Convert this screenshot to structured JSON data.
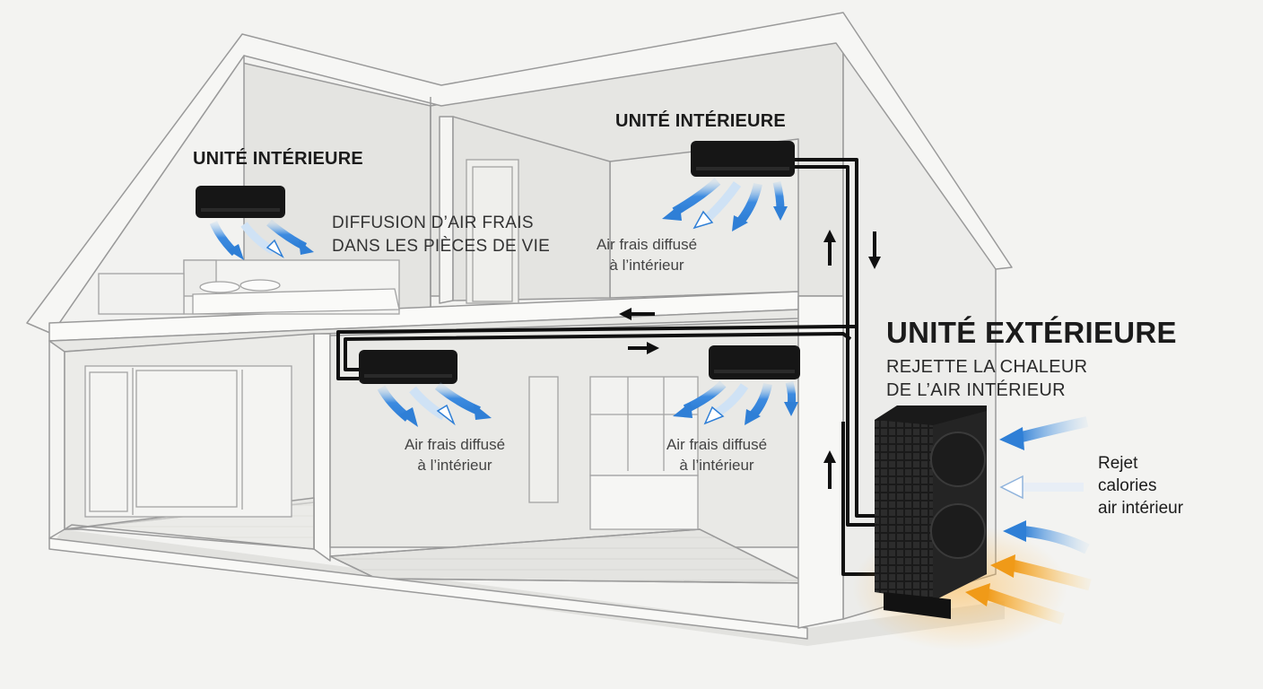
{
  "labels": {
    "indoor_left_title": "UNITÉ INTÉRIEURE",
    "indoor_right_title": "UNITÉ INTÉRIEURE",
    "diffusion_line1": "DIFFUSION D’AIR FRAIS",
    "diffusion_line2": "DANS LES PIÈCES DE VIE",
    "caption_upper_right": [
      "Air frais diffusé",
      "à l’intérieur"
    ],
    "caption_lower_left": [
      "Air frais diffusé",
      "à l’intérieur"
    ],
    "caption_lower_right": [
      "Air frais diffusé",
      "à l’intérieur"
    ],
    "outdoor_title": "UNITÉ EXTÉRIEURE",
    "outdoor_sub_line1": "REJETTE LA CHALEUR",
    "outdoor_sub_line2": "DE L’AIR INTÉRIEUR",
    "rejet_line1": "Rejet",
    "rejet_line2": "calories",
    "rejet_line3": "air intérieur"
  },
  "colors": {
    "cool_air": "#2f7fd6",
    "warm_air": "#f0a020",
    "unit_body": "#161616",
    "wall_fill": "#efefed",
    "wall_stroke": "#9a9a9a",
    "pipe": "#101010"
  },
  "icons": [
    "indoor-ac-unit-icon",
    "outdoor-heat-pump-icon",
    "cool-airflow-arrows-icon",
    "warm-airflow-arrows-icon",
    "refrigerant-flow-arrow-icon",
    "bed-icon"
  ]
}
